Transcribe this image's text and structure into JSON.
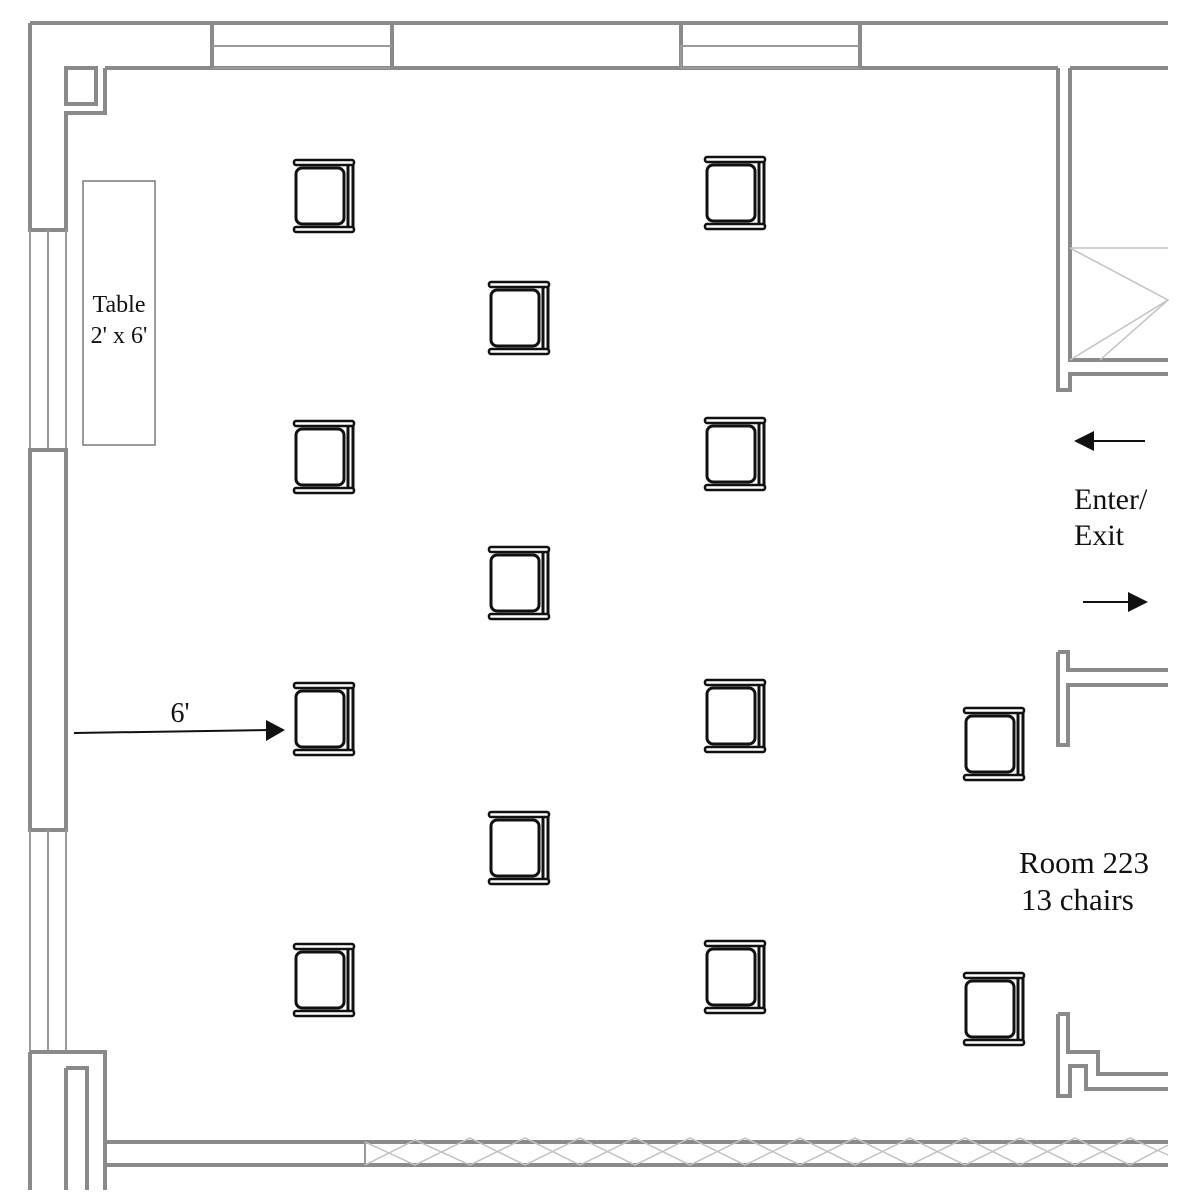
{
  "room": {
    "name": "Room 223",
    "chair_count_label": "13 chairs"
  },
  "table": {
    "label": "Table",
    "size": "2' x 6'"
  },
  "door": {
    "line1": "Enter/",
    "line2": "Exit"
  },
  "dimension": {
    "label": "6'"
  },
  "chairs": [
    {
      "id": "chair-1"
    },
    {
      "id": "chair-2"
    },
    {
      "id": "chair-3"
    },
    {
      "id": "chair-4"
    },
    {
      "id": "chair-5"
    },
    {
      "id": "chair-6"
    },
    {
      "id": "chair-7"
    },
    {
      "id": "chair-8"
    },
    {
      "id": "chair-9"
    },
    {
      "id": "chair-10"
    },
    {
      "id": "chair-11"
    },
    {
      "id": "chair-12"
    },
    {
      "id": "chair-13"
    }
  ],
  "colors": {
    "wall": "#8a8a8a",
    "chair": "#111111",
    "background": "#ffffff"
  }
}
